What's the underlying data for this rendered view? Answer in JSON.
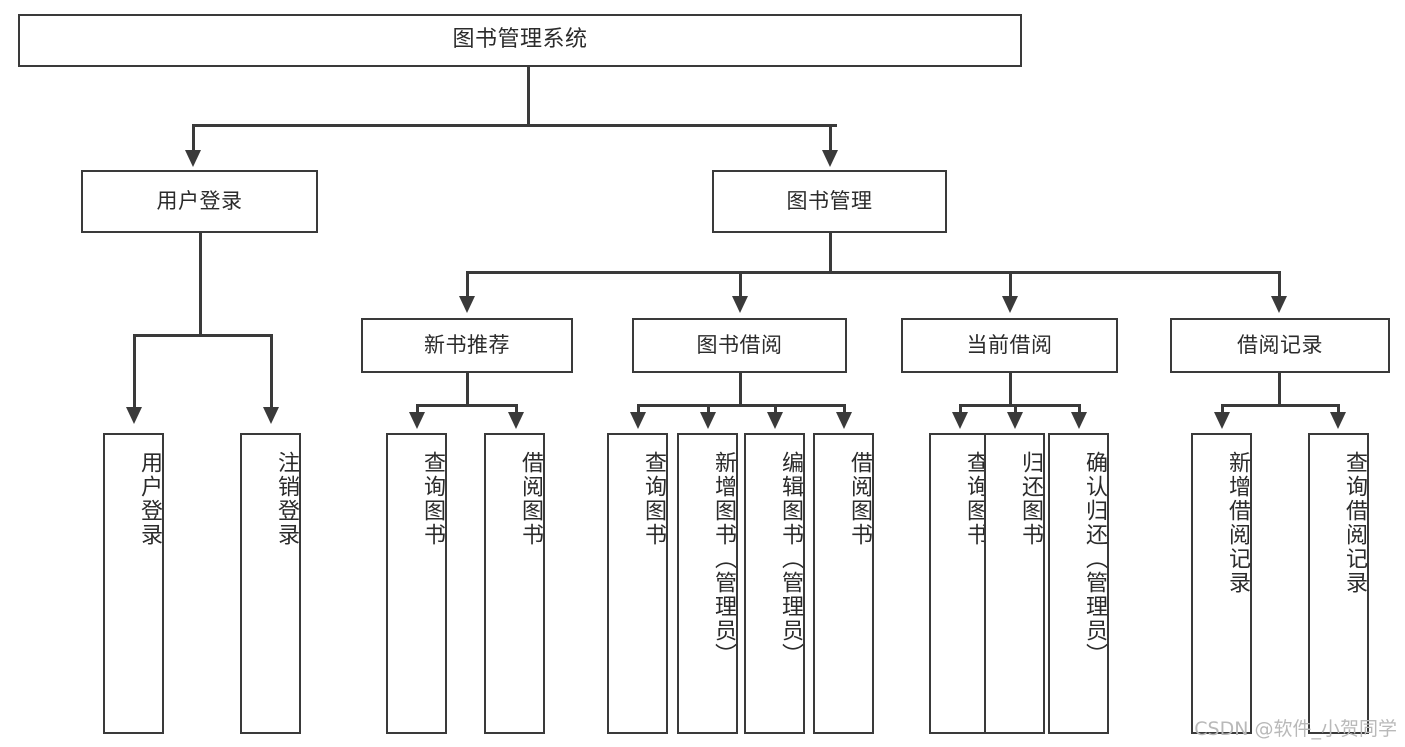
{
  "diagram": {
    "title": "图书管理系统",
    "watermark": "CSDN @软件_小贺同学",
    "accent_color": "#3a3a3a",
    "text_color": "#2b2b2b",
    "background_color": "#ffffff"
  },
  "nodes": {
    "root": "图书管理系统",
    "level2": {
      "user_login": "用户登录",
      "book_manage": "图书管理"
    },
    "level3": {
      "new_book_rec": "新书推荐",
      "book_borrow": "图书借阅",
      "current_borrow": "当前借阅",
      "borrow_record": "借阅记录"
    },
    "leaves": {
      "user_login_1": "用户登录",
      "user_login_2": "注销登录",
      "new_book_rec_1": "查询图书",
      "new_book_rec_2": "借阅图书",
      "book_borrow_1": "查询图书",
      "book_borrow_2": "新增图书（管理员）",
      "book_borrow_3": "编辑图书（管理员）",
      "book_borrow_4": "借阅图书",
      "current_borrow_1": "查询图书",
      "current_borrow_2": "归还图书",
      "current_borrow_3": "确认归还（管理员）",
      "borrow_record_1": "新增借阅记录",
      "borrow_record_2": "查询借阅记录"
    }
  },
  "chart_data": {
    "type": "diagram",
    "diagram_kind": "tree / functional-structure chart",
    "orientation": "top-down",
    "title": "图书管理系统",
    "levels": 4,
    "tree": {
      "label": "图书管理系统",
      "children": [
        {
          "label": "用户登录",
          "children": [
            {
              "label": "用户登录",
              "children": []
            },
            {
              "label": "注销登录",
              "children": []
            }
          ]
        },
        {
          "label": "图书管理",
          "children": [
            {
              "label": "新书推荐",
              "children": [
                {
                  "label": "查询图书",
                  "children": []
                },
                {
                  "label": "借阅图书",
                  "children": []
                }
              ]
            },
            {
              "label": "图书借阅",
              "children": [
                {
                  "label": "查询图书",
                  "children": []
                },
                {
                  "label": "新增图书（管理员）",
                  "children": []
                },
                {
                  "label": "编辑图书（管理员）",
                  "children": []
                },
                {
                  "label": "借阅图书",
                  "children": []
                }
              ]
            },
            {
              "label": "当前借阅",
              "children": [
                {
                  "label": "查询图书",
                  "children": []
                },
                {
                  "label": "归还图书",
                  "children": []
                },
                {
                  "label": "确认归还（管理员）",
                  "children": []
                }
              ]
            },
            {
              "label": "借阅记录",
              "children": [
                {
                  "label": "新增借阅记录",
                  "children": []
                },
                {
                  "label": "查询借阅记录",
                  "children": []
                }
              ]
            }
          ]
        }
      ]
    }
  }
}
